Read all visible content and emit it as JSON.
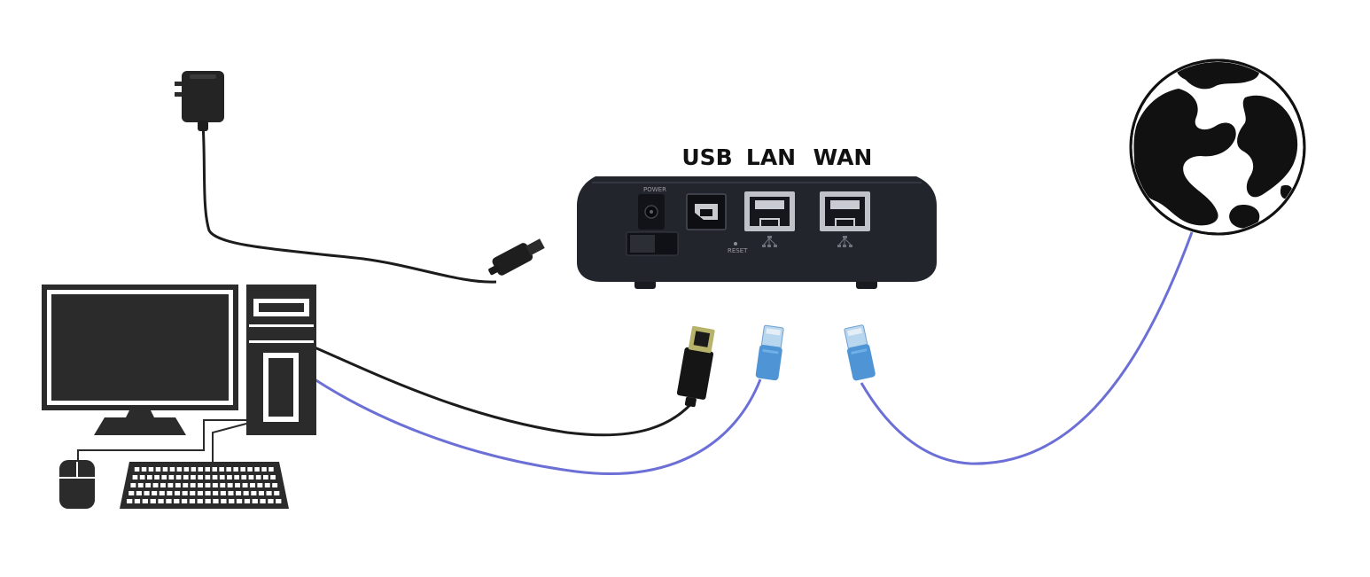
{
  "diagram": {
    "port_labels": {
      "usb": "USB",
      "lan": "LAN",
      "wan": "WAN"
    },
    "device_labels": {
      "power": "POWER",
      "reset": "RESET"
    },
    "components": {
      "power_adapter": "wall-power-adapter",
      "router": "router-back-panel",
      "computer": "desktop-computer",
      "internet": "globe-icon"
    },
    "colors": {
      "background": "#ffffff",
      "device_body": "#23252d",
      "icon_black": "#2b2b2b",
      "black_cable": "#1c1c1c",
      "ethernet_cable": "#6b6fd6",
      "rj45_connector": "#4f95d6"
    }
  }
}
